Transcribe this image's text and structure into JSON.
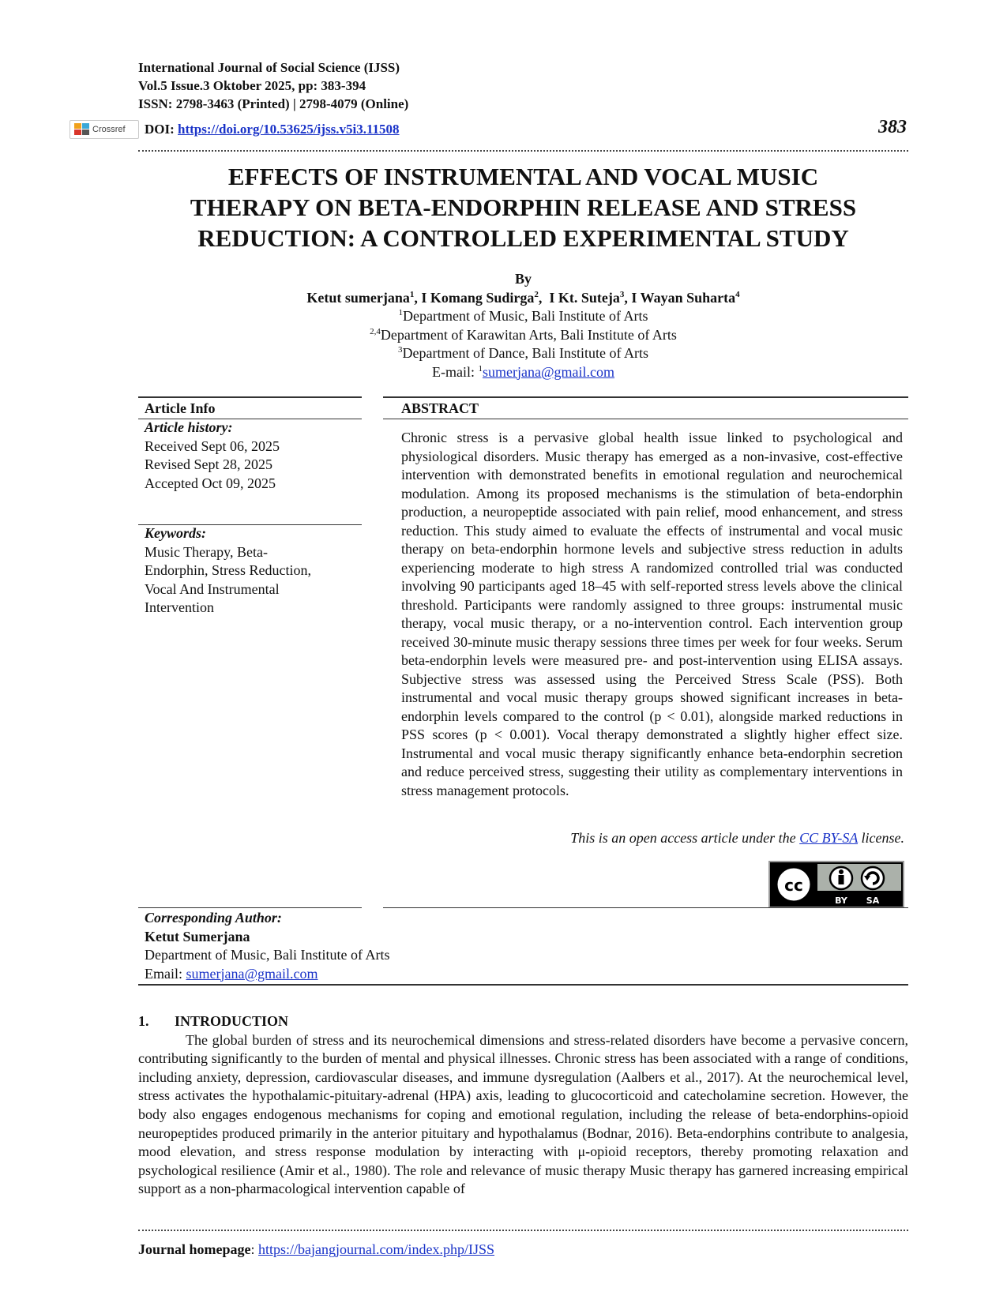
{
  "header": {
    "journal_name": "International Journal of Social Science (IJSS)",
    "volume_line": "Vol.5 Issue.3 Oktober 2025, pp: 383-394",
    "issn_line": "ISSN: 2798-3463 (Printed) | 2798-4079 (Online)",
    "crossref_label": "Crossref",
    "doi_label": "DOI: ",
    "doi_url": "https://doi.org/10.53625/ijss.v5i3.11508",
    "page_number": "383"
  },
  "title_lines": [
    "EFFECTS OF INSTRUMENTAL AND VOCAL MUSIC",
    "THERAPY ON BETA-ENDORPHIN RELEASE AND STRESS",
    "REDUCTION: A CONTROLLED EXPERIMENTAL STUDY"
  ],
  "byline": {
    "by": "By",
    "authors": [
      {
        "name": "Ketut sumerjana",
        "sup": "1",
        "sep": ", "
      },
      {
        "name": "I Komang Sudirga",
        "sup": "2",
        "sep": ",  "
      },
      {
        "name": "I Kt. Suteja",
        "sup": "3",
        "sep": ", "
      },
      {
        "name": "I Wayan Suharta",
        "sup": "4",
        "sep": ""
      }
    ],
    "affiliations": [
      {
        "sup": "1",
        "text": "Department of Music, Bali Institute of Arts"
      },
      {
        "sup": "2,4",
        "text": "Department of Karawitan Arts, Bali Institute of Arts"
      },
      {
        "sup": "3",
        "text": "Department of Dance, Bali Institute of Arts"
      }
    ],
    "email_label": "E-mail: ",
    "email_sup": "1",
    "email": "sumerjana@gmail.com"
  },
  "article_info": {
    "heading": "Article Info",
    "history_label": "Article history:",
    "received": "Received Sept 06, 2025",
    "revised": "Revised Sept 28, 2025",
    "accepted": "Accepted Oct 09, 2025",
    "keywords_label": "Keywords:",
    "keywords_lines": [
      "Music Therapy, Beta-",
      "Endorphin, Stress Reduction,",
      "Vocal And Instrumental",
      "Intervention"
    ]
  },
  "abstract": {
    "heading": "ABSTRACT",
    "text": "Chronic stress is a pervasive global health issue linked to psychological and physiological disorders. Music therapy has emerged as a non-invasive, cost-effective intervention with demonstrated benefits in emotional regulation and neurochemical modulation. Among its proposed mechanisms is the stimulation of beta-endorphin production, a neuropeptide associated with pain relief, mood enhancement, and stress reduction. This study aimed to evaluate the effects of instrumental and vocal music therapy on beta-endorphin hormone levels and subjective stress reduction in adults experiencing moderate to high stress A randomized controlled trial was conducted involving 90 participants aged 18–45 with self-reported stress levels above the clinical threshold. Participants were randomly assigned to three groups: instrumental music therapy, vocal music therapy, or a no-intervention control. Each intervention group received 30-minute music therapy sessions three times per week for four weeks. Serum beta-endorphin levels were measured pre- and post-intervention using ELISA assays. Subjective stress was assessed using the Perceived Stress Scale (PSS). Both instrumental and vocal music therapy groups showed significant increases in beta-endorphin levels compared to the control (p < 0.01), alongside marked reductions in PSS scores (p < 0.001). Vocal therapy demonstrated a slightly higher effect size. Instrumental and vocal music therapy significantly enhance beta-endorphin secretion and reduce perceived stress, suggesting their utility as complementary interventions in stress management protocols.",
    "license_prefix": "This is an open access article under the ",
    "license_link": "CC BY-SA",
    "license_suffix": " license.",
    "cc_badge": {
      "cc": "cc",
      "by": "BY",
      "sa": "SA"
    }
  },
  "corresponding": {
    "label": "Corresponding Author:",
    "name": "Ketut Sumerjana",
    "dept": "Department of Music, Bali Institute of Arts",
    "email_label": "Email: ",
    "email": "sumerjana@gmail.com"
  },
  "introduction": {
    "number": "1.",
    "heading": "INTRODUCTION",
    "paragraph": "The global burden of stress and its neurochemical dimensions and stress-related disorders have become a pervasive concern, contributing significantly to the burden of mental and physical illnesses. Chronic stress has been associated with a range of conditions, including anxiety, depression, cardiovascular diseases, and immune dysregulation (Aalbers et al., 2017). At the neurochemical level, stress activates the hypothalamic-pituitary-adrenal (HPA) axis, leading to glucocorticoid and catecholamine secretion. However, the body also engages endogenous mechanisms for coping and emotional regulation, including the release of beta-endorphins-opioid neuropeptides produced primarily in the anterior pituitary and hypothalamus (Bodnar, 2016). Beta-endorphins contribute to analgesia, mood elevation, and stress response modulation by interacting with μ-opioid receptors, thereby promoting relaxation and psychological resilience (Amir et al., 1980). The role and relevance of music therapy Music therapy has garnered increasing empirical support as a non-pharmacological intervention capable of"
  },
  "footer": {
    "label": "Journal homepage",
    "colon": ": ",
    "url": "https://bajangjournal.com/index.php/IJSS"
  },
  "colors": {
    "link": "#1a33c8",
    "text": "#111111"
  }
}
